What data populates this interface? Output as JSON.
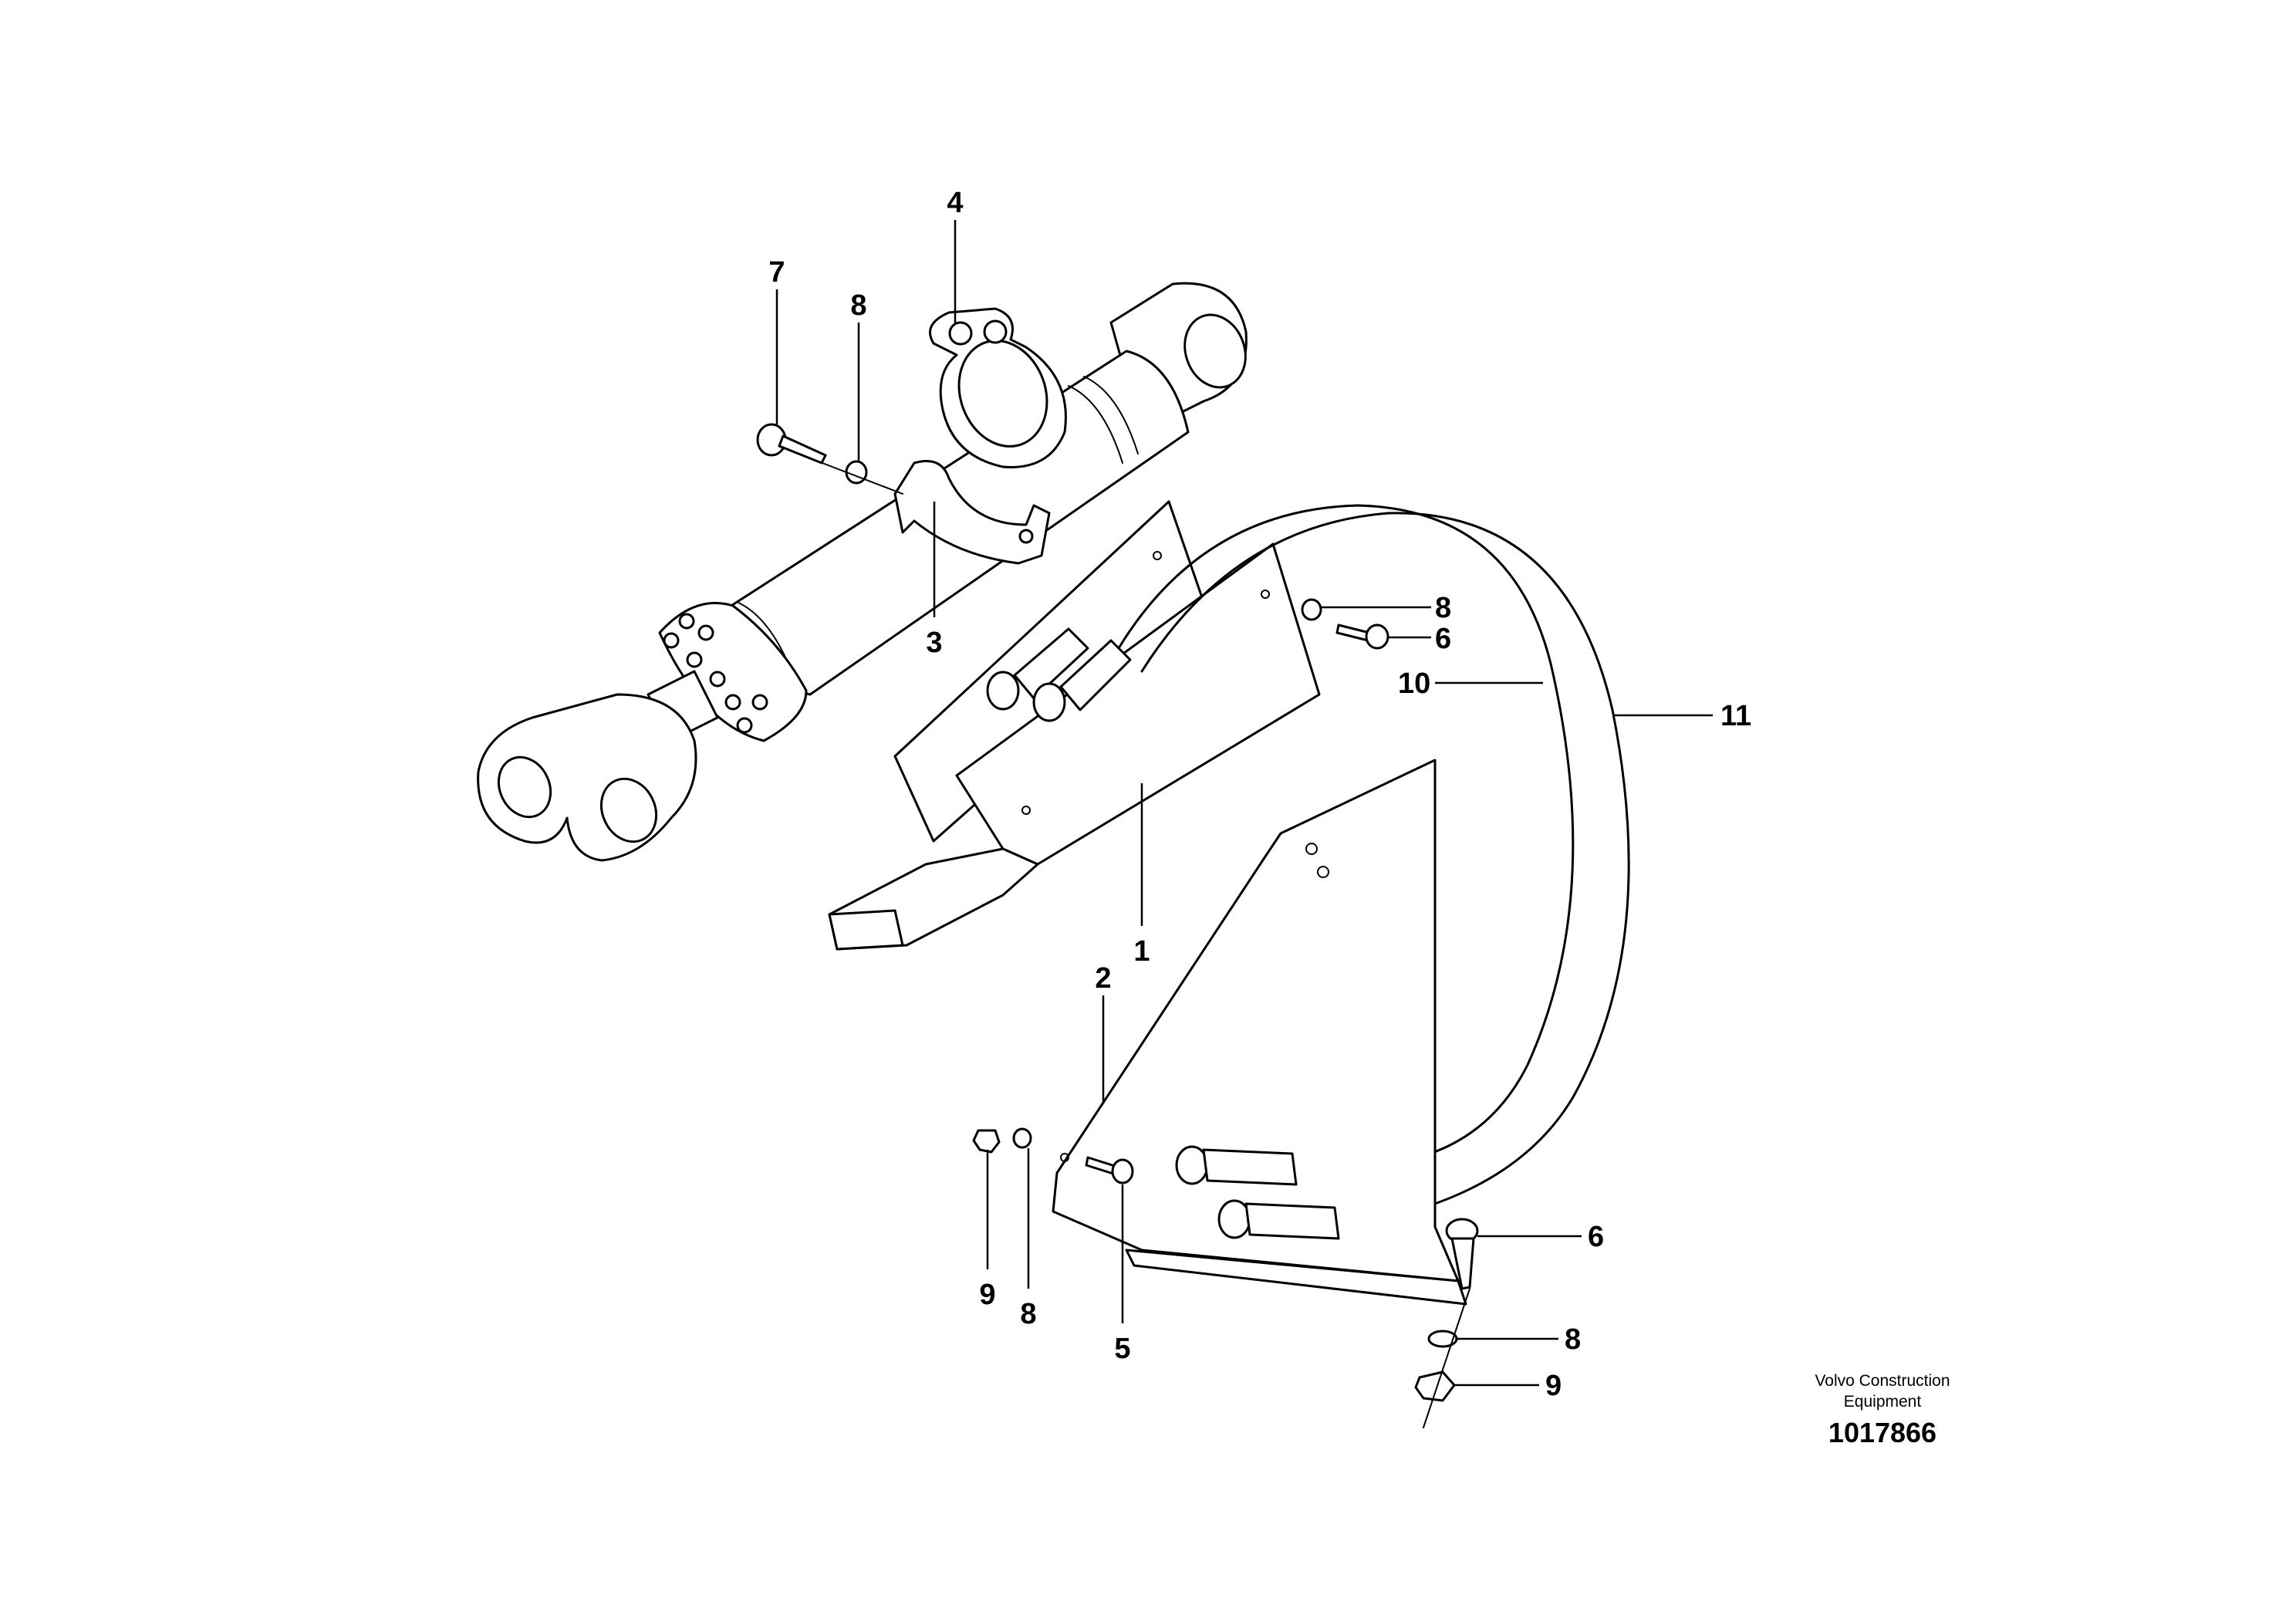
{
  "callouts": {
    "c1": "1",
    "c2": "2",
    "c3": "3",
    "c4": "4",
    "c5": "5",
    "c6a": "6",
    "c6b": "6",
    "c7": "7",
    "c8a": "8",
    "c8b": "8",
    "c8c": "8",
    "c8d": "8",
    "c9a": "9",
    "c9b": "9",
    "c10": "10",
    "c11": "11"
  },
  "credit": {
    "line1": "Volvo Construction",
    "line2": "Equipment",
    "drawing_number": "1017866"
  },
  "colors": {
    "line": "#000000",
    "background": "#ffffff"
  }
}
